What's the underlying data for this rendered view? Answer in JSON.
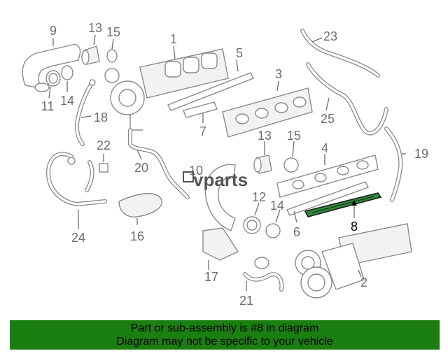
{
  "diagram": {
    "callouts": [
      "9",
      "13",
      "15",
      "1",
      "5",
      "11",
      "14",
      "18",
      "3",
      "7",
      "23",
      "25",
      "22",
      "20",
      "13",
      "15",
      "4",
      "19",
      "10",
      "12",
      "14",
      "6",
      "8",
      "24",
      "16",
      "17",
      "2",
      "21"
    ],
    "highlighted_part": "8",
    "watermark": "vparts"
  },
  "banner": {
    "line1": "Part or sub-assembly is #8 in diagram",
    "line2": "Diagram may not be specific to your vehicle"
  },
  "colors": {
    "banner_bg": "#1a7f10",
    "highlight": "#2e8b3a",
    "line_art": "#8a8a8a",
    "callout_text": "#6e6e6e"
  }
}
